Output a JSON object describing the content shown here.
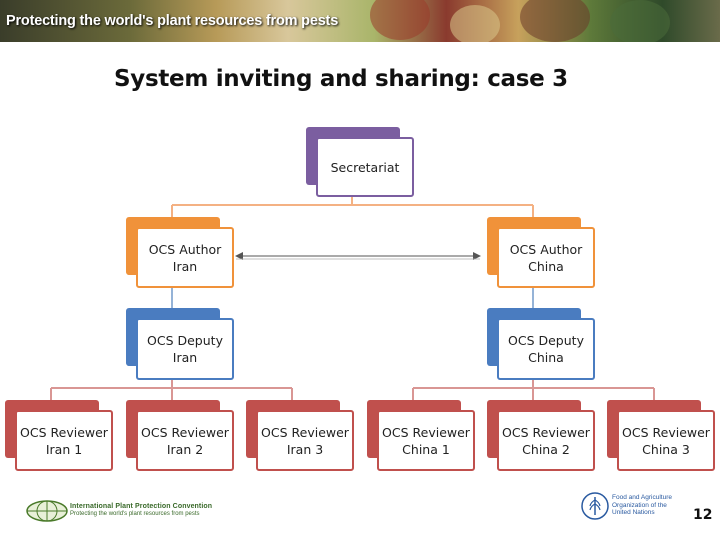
{
  "header": {
    "banner_title": "Protecting the world's plant resources from pests"
  },
  "slide": {
    "title": "System inviting and sharing: case 3",
    "page_number": "12"
  },
  "colors": {
    "secretariat": "#7b5ea0",
    "author": "#f0923a",
    "deputy": "#4a7cc0",
    "reviewer": "#c0504d",
    "author_connector": "#f4b183",
    "deputy_connector": "#95b3d7",
    "reviewer_connector": "#d99694"
  },
  "nodes": {
    "secretariat": {
      "label": "Secretariat"
    },
    "author_iran": {
      "label": "OCS Author\nIran"
    },
    "author_china": {
      "label": "OCS Author\nChina"
    },
    "deputy_iran": {
      "label": "OCS Deputy\nIran"
    },
    "deputy_china": {
      "label": "OCS Deputy\nChina"
    },
    "reviewers": [
      {
        "label": "OCS Reviewer\nIran 1"
      },
      {
        "label": "OCS Reviewer\nIran 2"
      },
      {
        "label": "OCS Reviewer\nIran 3"
      },
      {
        "label": "OCS Reviewer\nChina 1"
      },
      {
        "label": "OCS Reviewer\nChina 2"
      },
      {
        "label": "OCS Reviewer\nChina 3"
      }
    ]
  },
  "footer": {
    "ippc_line1": "International Plant Protection Convention",
    "ippc_line2": "Protecting the world's plant resources from pests",
    "fao_text": "Food and Agriculture Organization of the United Nations"
  },
  "icons": {
    "ippc_logo": "globe-leaf-icon",
    "fao_logo": "fao-wheat-icon"
  }
}
